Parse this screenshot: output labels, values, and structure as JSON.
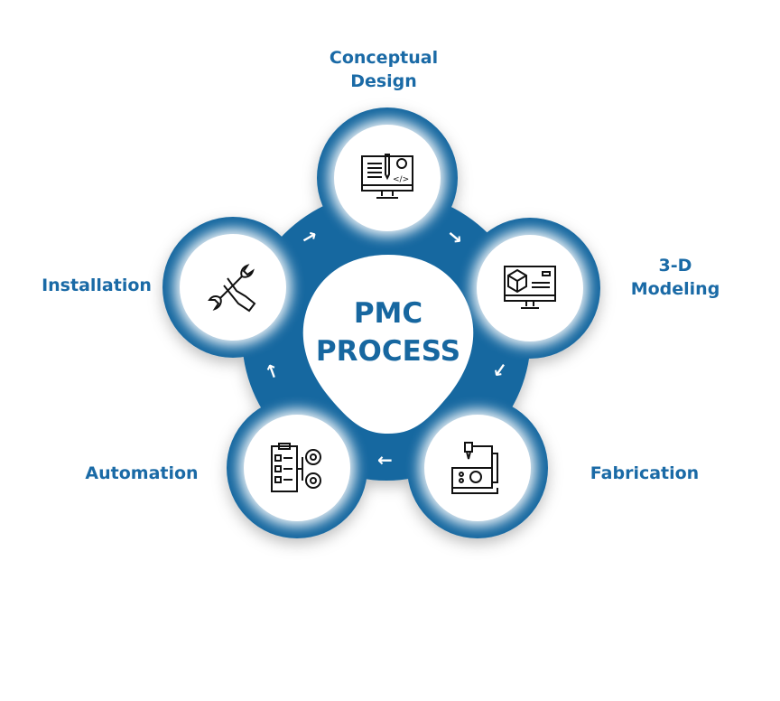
{
  "center": {
    "line1": "PMC",
    "line2": "PROCESS"
  },
  "steps": [
    {
      "label_line1": "Conceptual",
      "label_line2": "Design",
      "icon": "monitor-design-code-icon"
    },
    {
      "label_line1": "3-D",
      "label_line2": "Modeling",
      "icon": "monitor-3d-cube-icon"
    },
    {
      "label_line1": "Fabrication",
      "icon": "cnc-machine-icon"
    },
    {
      "label_line1": "Automation",
      "icon": "checklist-gears-icon"
    },
    {
      "label_line1": "Installation",
      "icon": "hand-wrench-icon"
    }
  ],
  "colors": {
    "primary": "#1767a0",
    "label": "#1a6aa6"
  }
}
